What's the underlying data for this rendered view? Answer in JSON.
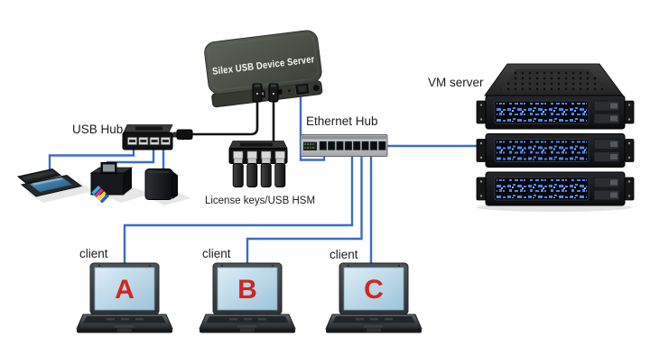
{
  "labels": {
    "silex_server": "Silex USB Device Server",
    "usb_hub": "USB Hub",
    "ethernet_hub": "Ethernet Hub",
    "vm_server": "VM server",
    "license_keys": "License keys/USB HSM"
  },
  "clients": [
    {
      "label": "client",
      "letter": "A"
    },
    {
      "label": "client",
      "letter": "B"
    },
    {
      "label": "client",
      "letter": "C"
    }
  ],
  "colors": {
    "cable": "#3a6dc9",
    "client_letter": "#d2251d",
    "laptop_screen": "#cfe7f2",
    "server_led": "#4e86e8"
  },
  "icons": {
    "scanner": "scanner-icon",
    "printer": "printer-icon",
    "external_drive": "external-drive-icon",
    "usb_hub": "usb-hub-icon",
    "silex_server": "usb-device-server-icon",
    "license_hub": "usb-dongle-hub-icon",
    "ethernet_hub": "ethernet-switch-icon",
    "vm_server": "server-rack-icon",
    "client": "laptop-icon"
  },
  "connections": [
    {
      "from": "usb-hub",
      "to": "silex-server",
      "type": "usb"
    },
    {
      "from": "license-hub",
      "to": "silex-server",
      "type": "usb"
    },
    {
      "from": "silex-server",
      "to": "ethernet-hub",
      "type": "ethernet"
    },
    {
      "from": "ethernet-hub",
      "to": "vm-server",
      "type": "ethernet"
    },
    {
      "from": "ethernet-hub",
      "to": "client-a",
      "type": "ethernet"
    },
    {
      "from": "ethernet-hub",
      "to": "client-b",
      "type": "ethernet"
    },
    {
      "from": "ethernet-hub",
      "to": "client-c",
      "type": "ethernet"
    },
    {
      "from": "usb-hub",
      "to": "scanner",
      "type": "usb"
    },
    {
      "from": "usb-hub",
      "to": "printer",
      "type": "usb"
    },
    {
      "from": "usb-hub",
      "to": "external-drive",
      "type": "usb"
    }
  ]
}
